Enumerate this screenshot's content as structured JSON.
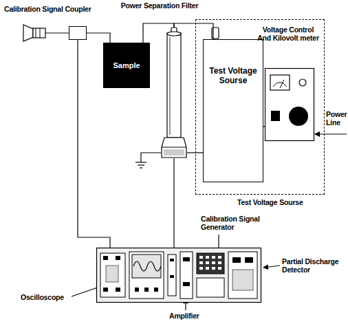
{
  "diagram": {
    "nodes": [
      {
        "text": [
          "Calibration Signal Coupler"
        ]
      },
      {
        "text": [
          "Power Separation Filter"
        ]
      },
      {
        "text": [
          "Sample"
        ]
      },
      {
        "text": [
          "Test Voltage Sourse"
        ]
      },
      {
        "text": [
          "Test Voltage Sourse"
        ],
        "in": 3
      },
      {
        "text": [
          "Voltage Control And Kilovolt meter"
        ],
        "in": 3
      },
      {
        "text": [
          "Partial Discharge Detector"
        ]
      }
    ],
    "edges": [
      {
        "from": 0,
        "to": 2,
        "arrow": "none"
      },
      {
        "from": 2,
        "to": 1,
        "arrow": "none"
      },
      {
        "from": 1,
        "to": 4,
        "arrow": "none"
      },
      {
        "from": 4,
        "to": 5,
        "arrow": "none"
      },
      {
        "from": 0,
        "to": 6,
        "arrow": "none"
      },
      {
        "from": 1,
        "to": 6,
        "arrow": "none"
      },
      {
        "from": 1,
        "to": 4,
        "arrow": "none"
      }
    ],
    "labels": [
      "Calibration Signal Generator",
      "Oscilloscope",
      "Amplifier",
      "Power Line"
    ]
  }
}
